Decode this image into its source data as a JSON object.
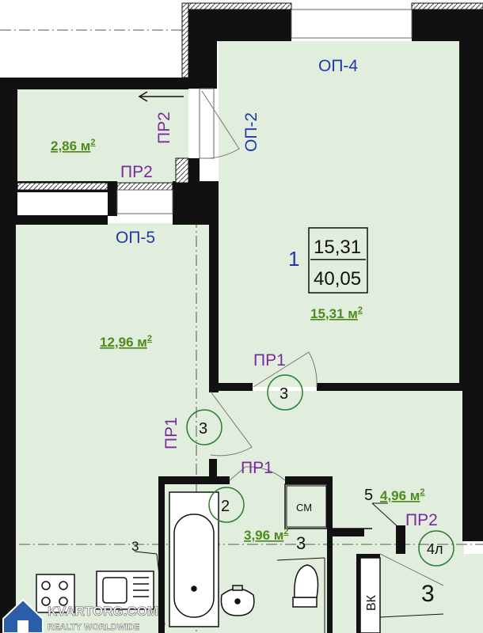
{
  "rooms": {
    "balcony_area": "2,86 м",
    "bedroom_area": "12,96 м",
    "living_area": "15,31 м",
    "bath_area": "3,96 м",
    "hall_area": "4,96 м",
    "sq": "2"
  },
  "apartment": {
    "rooms_count": "1",
    "living_total": "15,31",
    "total_area": "40,05"
  },
  "openings": {
    "op4": "ОП-4",
    "op2": "ОП-2",
    "op5": "ОП-5"
  },
  "doors": {
    "pr2_vertical": "ПР2",
    "pr2_balcony": "ПР2",
    "pr1_top": "ПР1",
    "pr1_side": "ПР1",
    "pr1_bath": "ПР1",
    "pr2_hall": "ПР2"
  },
  "markers": {
    "c3_a": "3",
    "c3_b": "3",
    "c2": "2",
    "c4l": "4л",
    "n3_left": "3",
    "n3_bath": "3",
    "n5": "5",
    "n3_right": "3",
    "cm": "СМ",
    "vk": "ВК"
  },
  "watermark": {
    "brand": "KVARTORG.COM",
    "tagline": "REALTY WORLDWIDE"
  },
  "colors": {
    "room_fill": "#e1eedd",
    "wall": "#111111",
    "area_text": "#4f8a1d",
    "door_text": "#7a2a9c",
    "opening_text": "#1f3aa6"
  }
}
